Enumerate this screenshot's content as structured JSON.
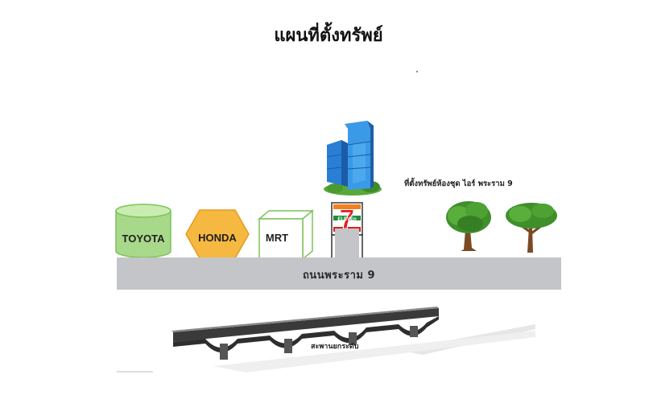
{
  "title": "แผนที่ตั้งทรัพย์",
  "landmarks": {
    "toyota": "TOYOTA",
    "honda": "HONDA",
    "mrt": "MRT",
    "seven_eleven_brand": "ELEVEn",
    "seven_eleven_number": "7"
  },
  "property_label": "ที่ตั้งทรัพย์ห้องชุด ไอร์ พระราม 9",
  "road_label": "ถนนพระราม 9",
  "bridge_label": "สะพานยกระดับ",
  "colors": {
    "toyota_fill": "#a8d98a",
    "honda_fill": "#f5b840",
    "mrt_stroke": "#7cc35a",
    "road": "#c4c5c9",
    "seven_red": "#e02020",
    "seven_green": "#1f8f3a",
    "seven_orange": "#f08020"
  }
}
